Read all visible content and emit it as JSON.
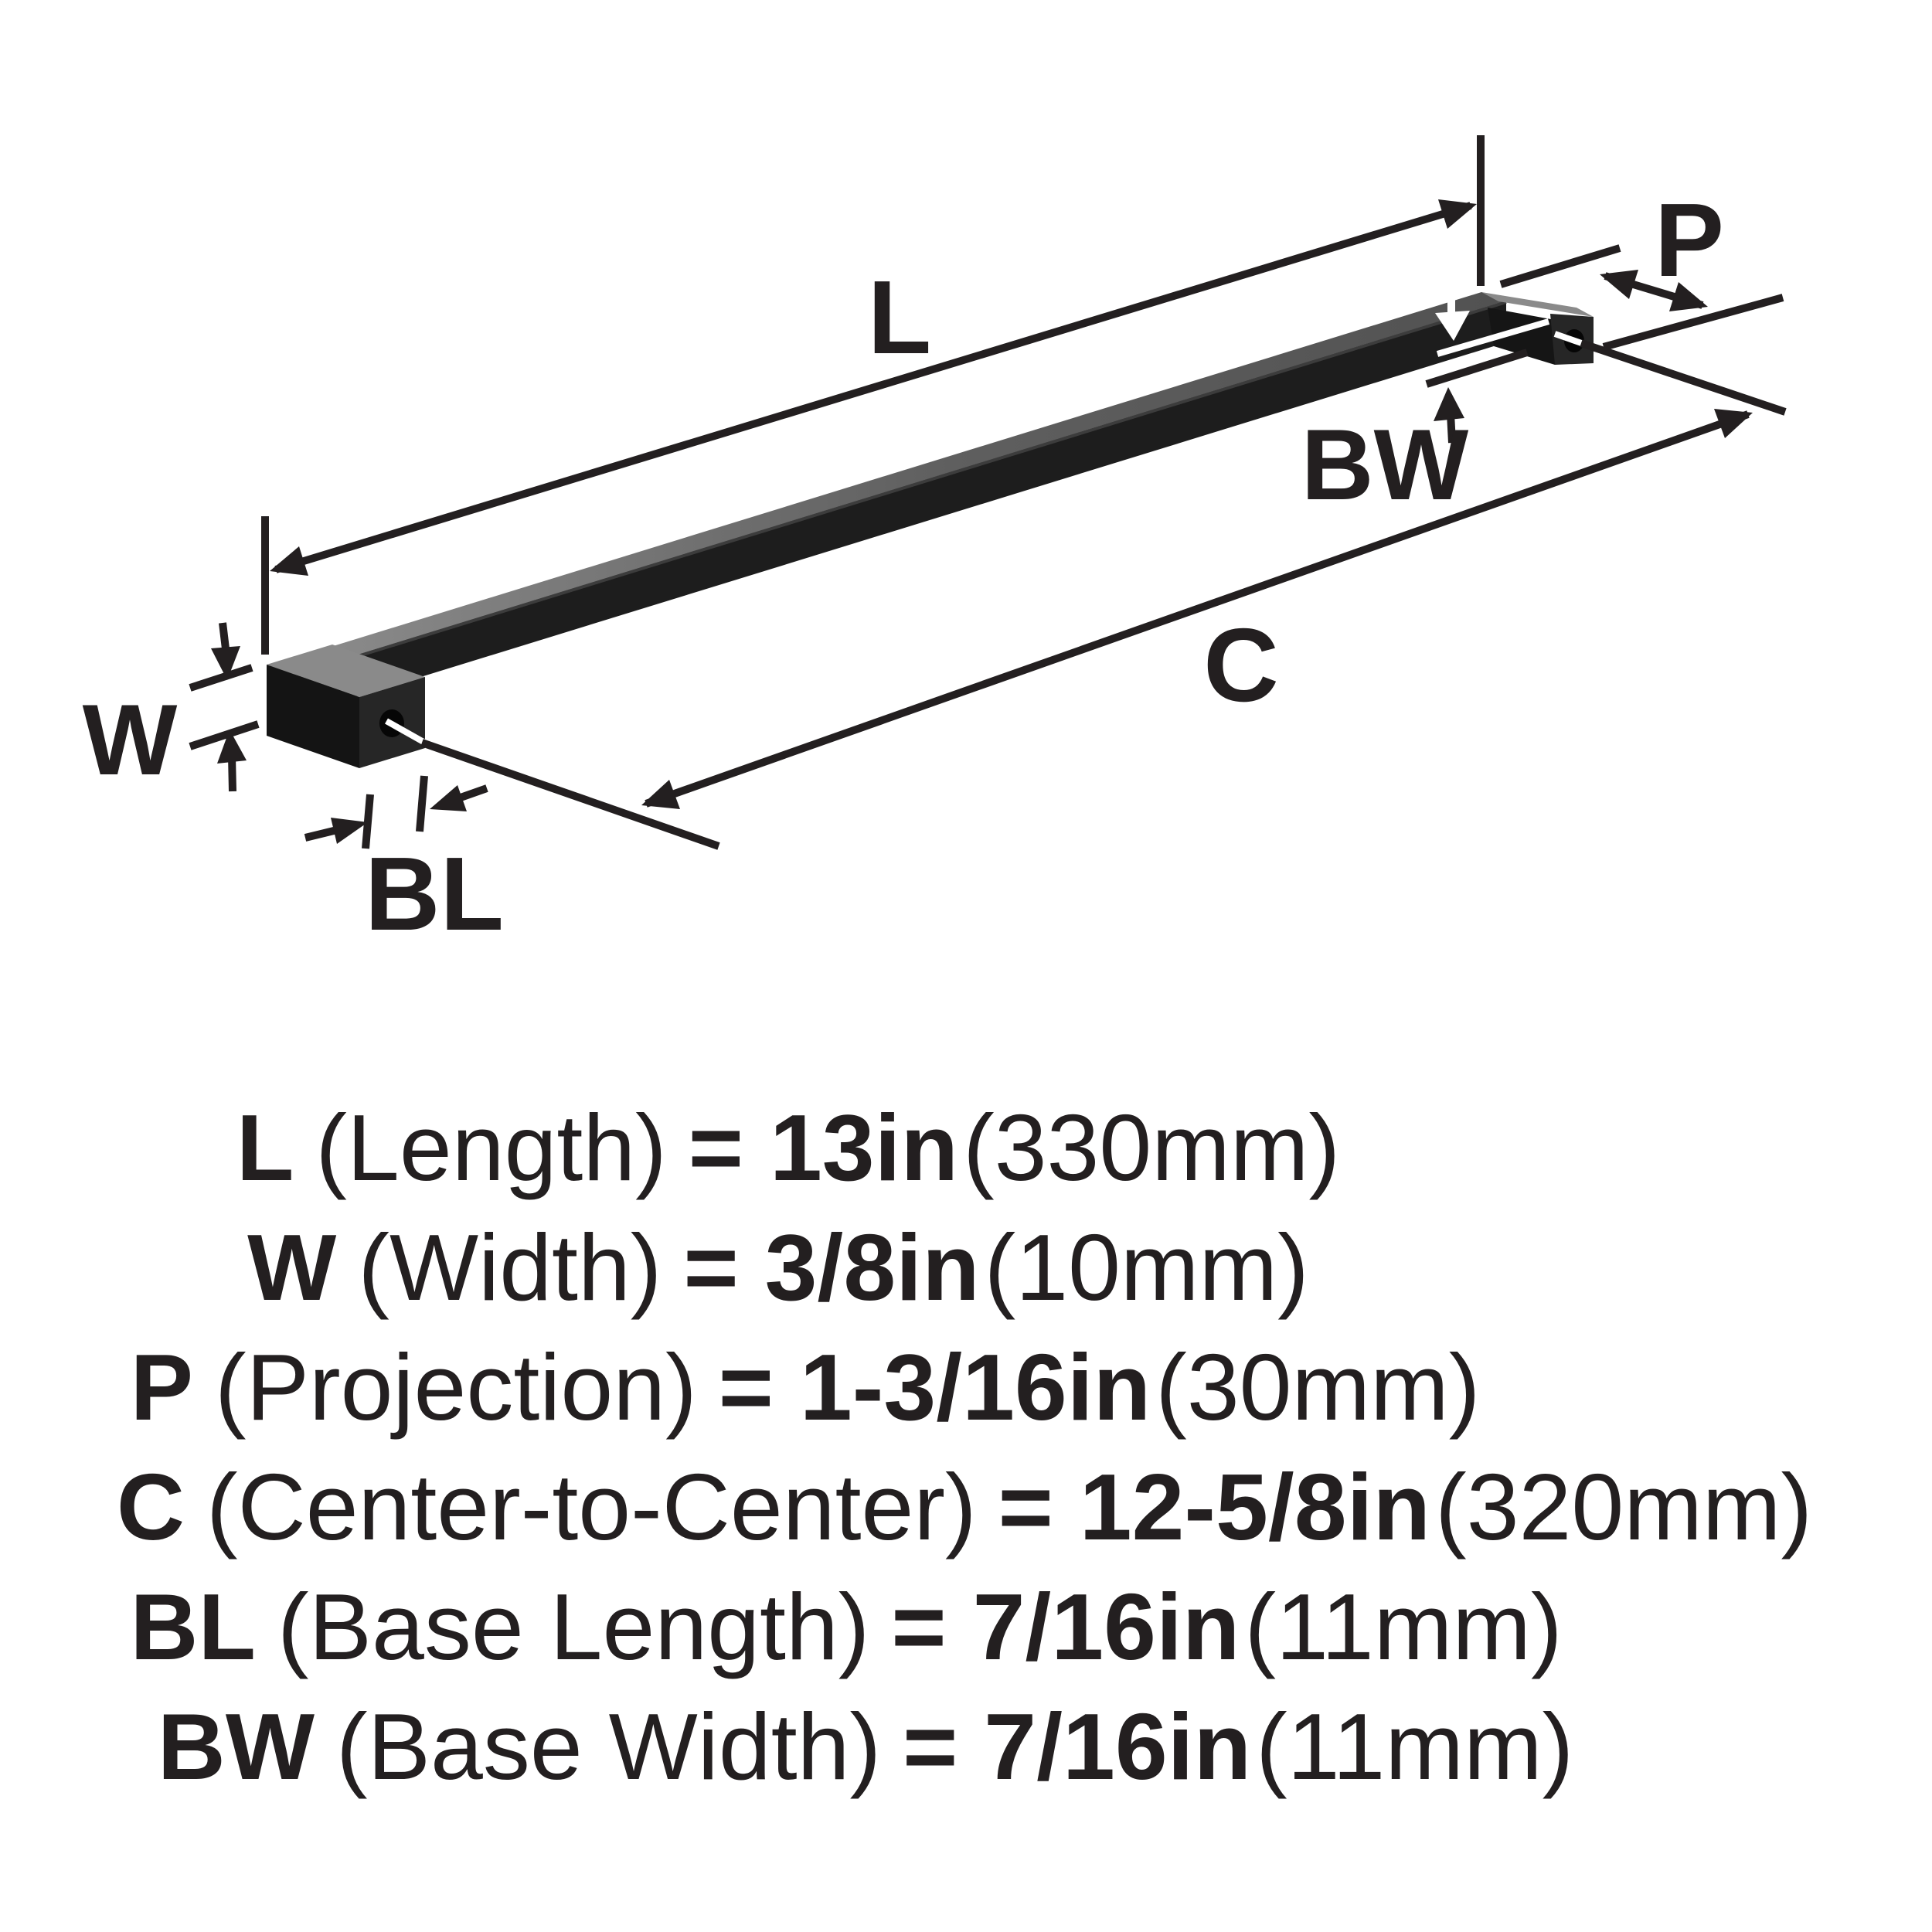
{
  "diagram": {
    "callouts": {
      "length": "L",
      "width": "W",
      "projection": "P",
      "center_to_center": "C",
      "base_length": "BL",
      "base_width": "BW"
    }
  },
  "specs": [
    {
      "code": "L",
      "label": "(Length)",
      "imperial": "= 13in",
      "metric": "(330mm)"
    },
    {
      "code": "W",
      "label": "(Width)",
      "imperial": "= 3/8in",
      "metric": "(10mm)"
    },
    {
      "code": "P",
      "label": "(Projection)",
      "imperial": "= 1-3/16in",
      "metric": "(30mm)"
    },
    {
      "code": "C",
      "label": "(Center-to-Center)",
      "imperial": "= 12-5/8in",
      "metric": "(320mm)"
    },
    {
      "code": "BL",
      "label": "(Base Length)",
      "imperial": "= 7/16in",
      "metric": "(11mm)"
    },
    {
      "code": "BW",
      "label": "(Base Width)",
      "imperial": "= 7/16in",
      "metric": "(11mm)"
    }
  ],
  "colors": {
    "ink": "#231f20",
    "bar_top_light": "#8e8e8e",
    "bar_top_dark": "#525252",
    "bar_front": "#1d1d1d",
    "foot_side_dark": "#141414",
    "foot_hole_face": "#262626",
    "hole": "#060606",
    "background": "#ffffff"
  }
}
